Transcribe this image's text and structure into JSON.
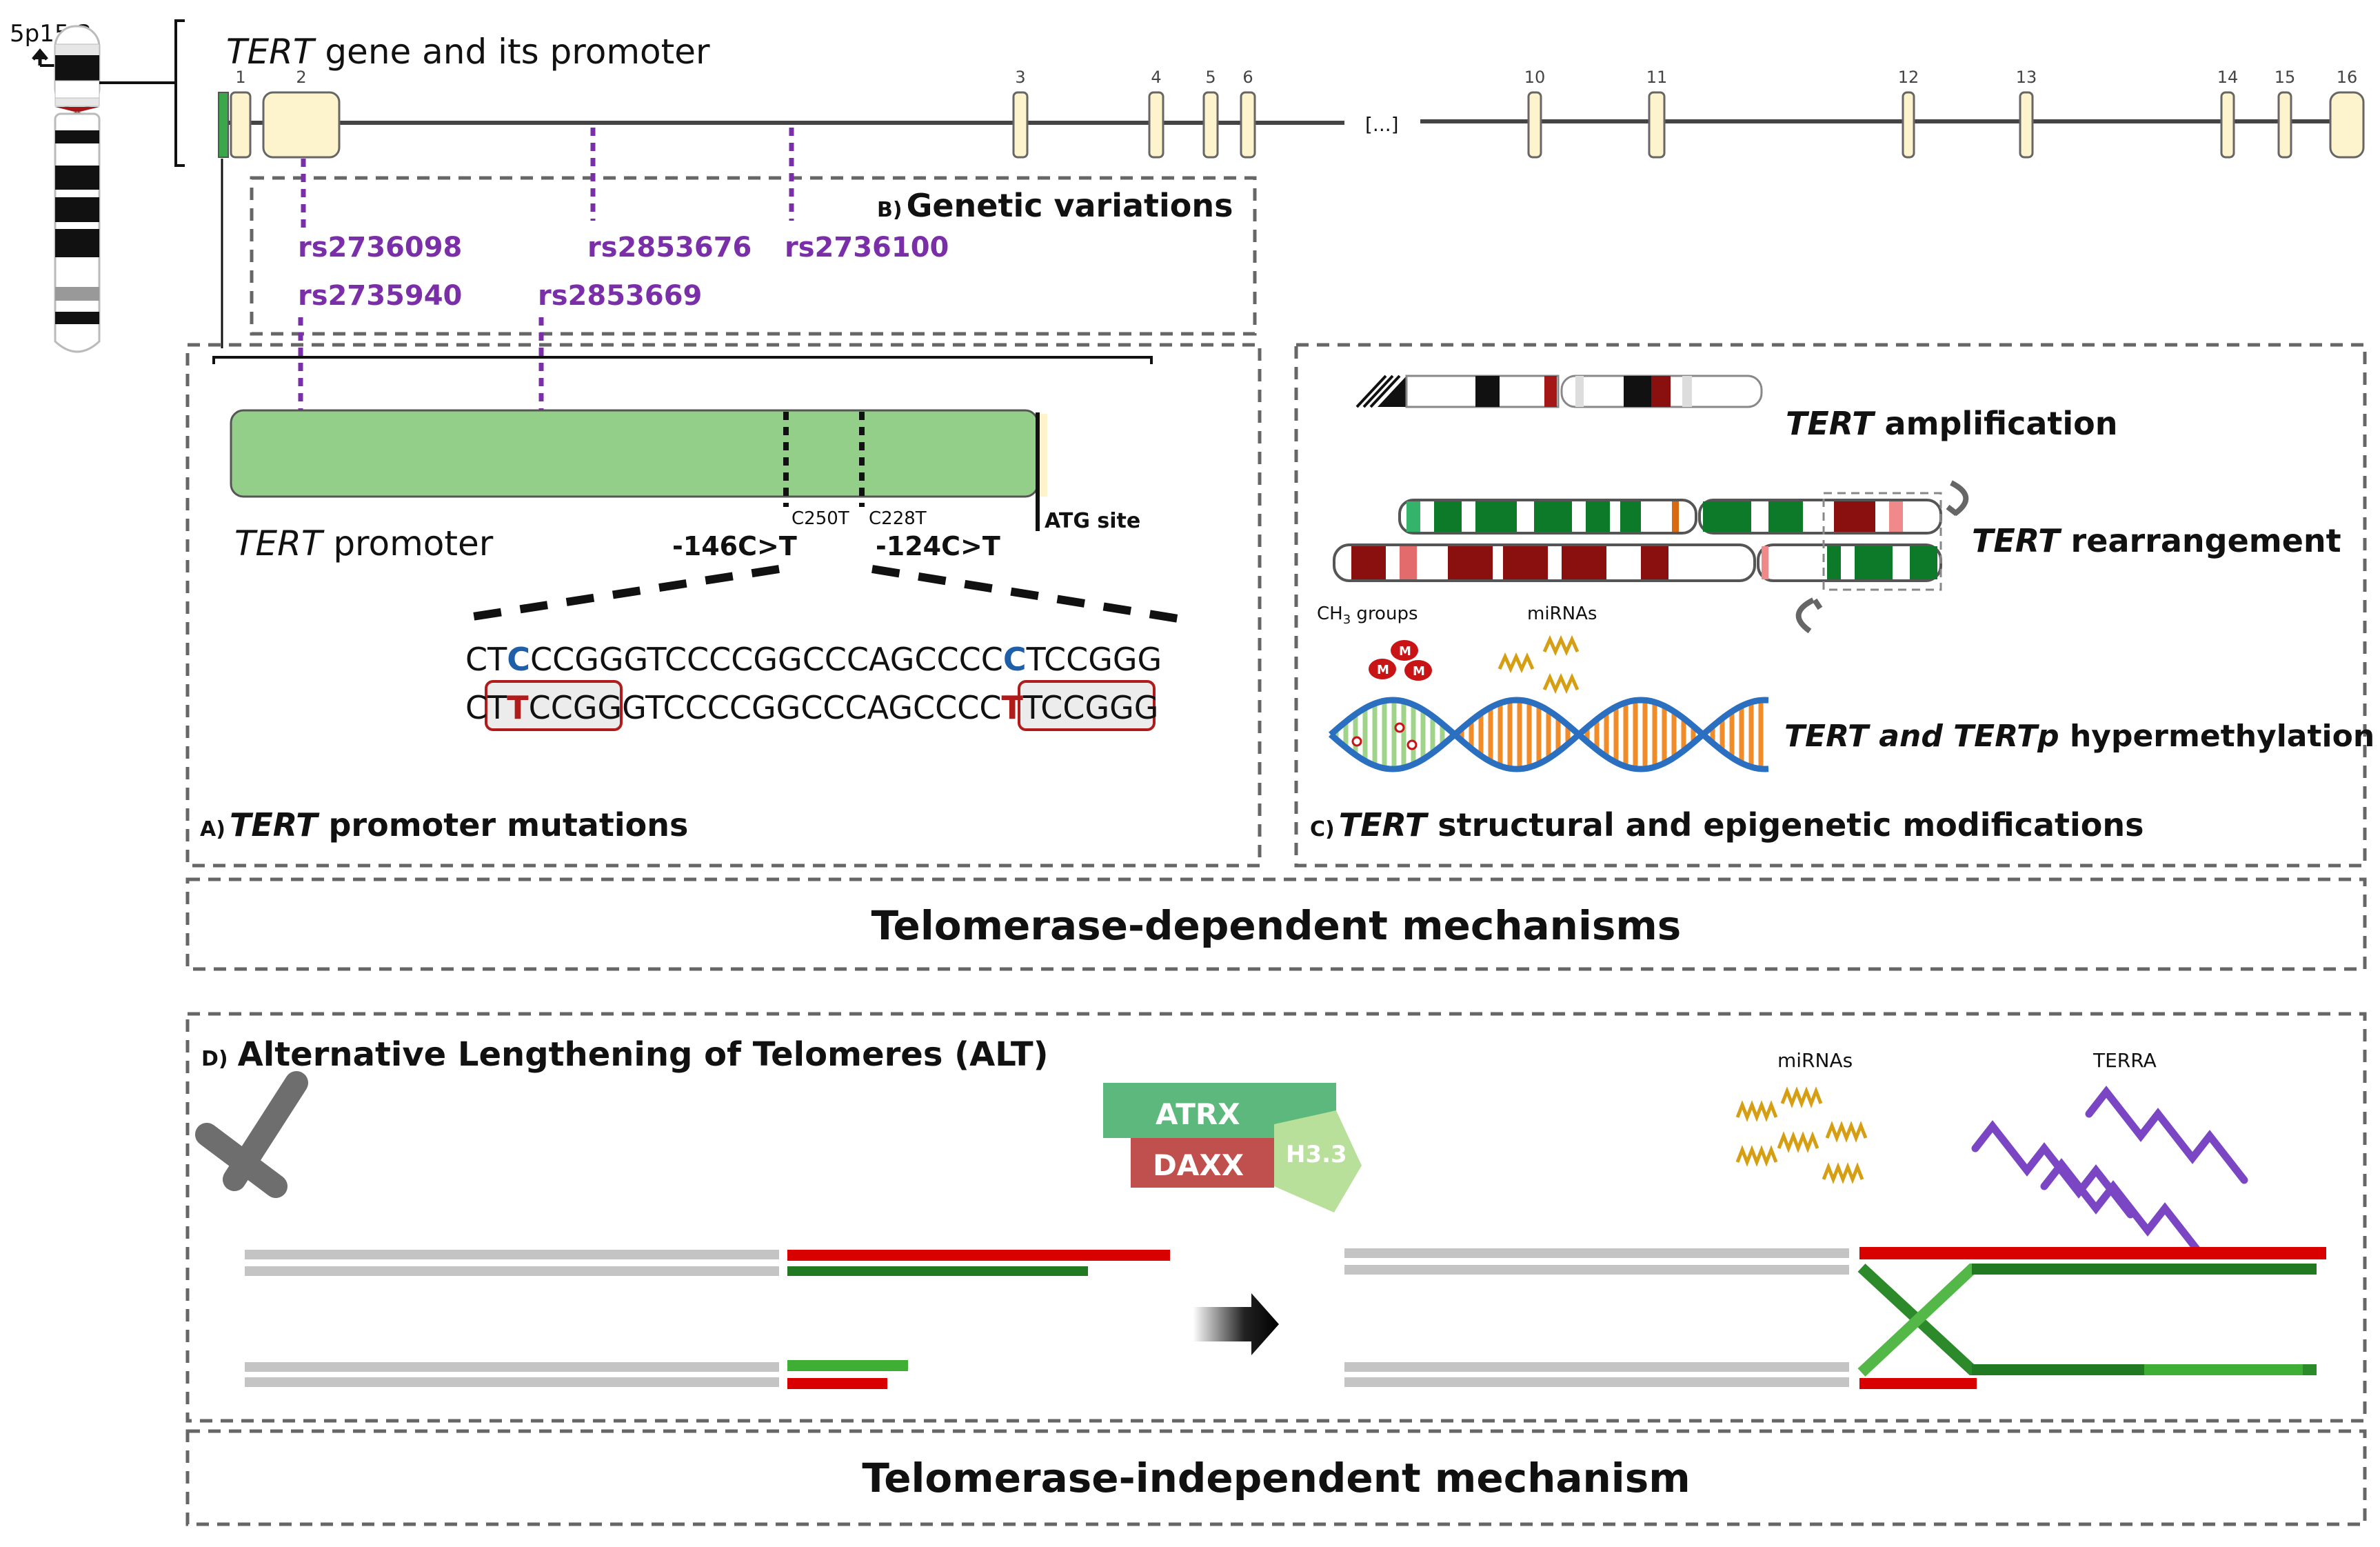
{
  "chromosome": {
    "band_label": "5p15.3"
  },
  "gene": {
    "title_italic": "TERT",
    "title_rest": " gene and its promoter",
    "exons": [
      "1",
      "2",
      "3",
      "4",
      "5",
      "6",
      "10",
      "11",
      "12",
      "13",
      "14",
      "15",
      "16"
    ],
    "gap_label": "[...]"
  },
  "panel_b": {
    "letter": "B)",
    "title": "Genetic variations",
    "snps": [
      "rs2736098",
      "rs2853676",
      "rs2736100",
      "rs2735940",
      "rs2853669"
    ]
  },
  "panel_a": {
    "letter": "A)",
    "title_italic": "TERT",
    "title_rest": " promoter mutations",
    "promoter_label_italic": "TERT",
    "promoter_label_rest": " promoter",
    "mut1_short": "C250T",
    "mut2_short": "C228T",
    "mut1": "-146C>T",
    "mut2": "-124C>T",
    "atg_label": "ATG site",
    "seq_wt": {
      "a": "CT",
      "b": "C",
      "c": "CCGGGTCCCCGGCCCAGCCCC",
      "d": "C",
      "e": "TCCGGG"
    },
    "seq_mut": {
      "a": "CT",
      "b": "T",
      "c": "CCGGGTCCCCGGCCCAGCCCC",
      "d": "T",
      "e": "TCCGGG"
    },
    "colors": {
      "wild_type": "#1f5fa8",
      "mutant": "#b01c1c"
    }
  },
  "panel_c": {
    "letter": "C)",
    "title_italic": "TERT",
    "title_rest": " structural and epigenetic modifications",
    "amplification_italic": "TERT",
    "amplification_rest": " amplification",
    "rearrangement_italic": "TERT",
    "rearrangement_rest": " rearrangement",
    "methylation_italic": "TERT and TERTp",
    "methylation_rest": " hypermethylation",
    "ch3_label": "CH",
    "ch3_sub": "3",
    "ch3_rest": " groups",
    "mirna_label": "miRNAs",
    "methyl_mark": "M"
  },
  "telomerase_dependent": {
    "label": "Telomerase-dependent mechanisms"
  },
  "panel_d": {
    "letter": "D)",
    "title": "Alternative Lengthening of Telomeres (ALT)",
    "atrx": "ATRX",
    "daxx": "DAXX",
    "h33": "H3.3",
    "mirna_label": "miRNAs",
    "terra_label": "TERRA"
  },
  "telomerase_independent": {
    "label": "Telomerase-independent mechanism"
  }
}
